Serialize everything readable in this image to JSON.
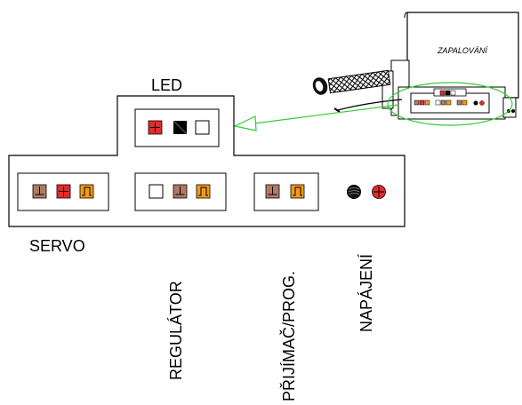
{
  "labels": {
    "led": "LED",
    "servo": "SERVO",
    "regulator": "REGULÁTOR",
    "receiver": "PŘIJÍMAČ/PROG.",
    "power": "NAPÁJENÍ",
    "ignition": "ZAPALOVÁNÍ"
  },
  "colors": {
    "ground_brown": "#b07a63",
    "plus_red": "#e52a2a",
    "signal_orange": "#f39a1c",
    "highlight_green": "#33cc33",
    "led_black": "#000000"
  },
  "icons": {
    "ground": "ground-pin-icon",
    "plus": "plus-pin-icon",
    "signal": "signal-pin-icon",
    "black": "black-pin-icon",
    "empty": "empty-pin-icon"
  }
}
